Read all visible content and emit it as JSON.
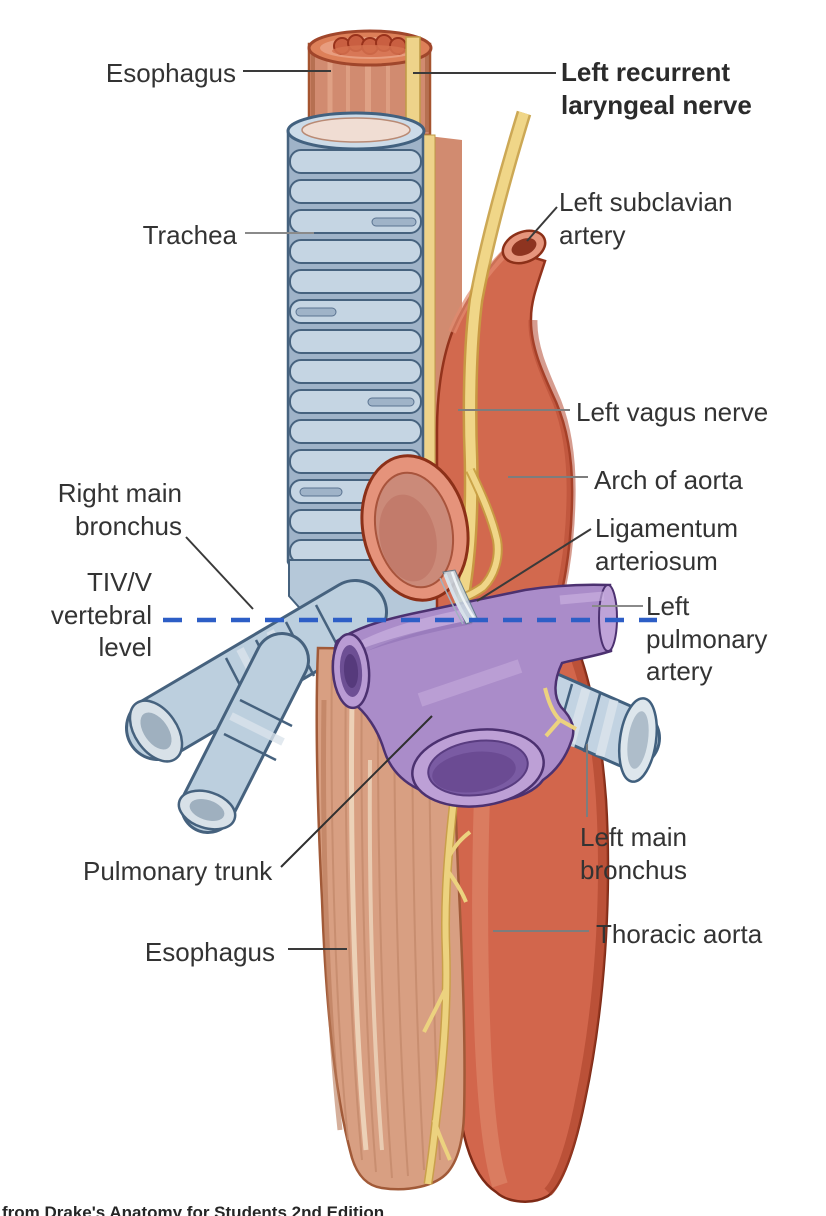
{
  "figure": {
    "caption_partial": "from Drake's Anatomy for Students 2nd Edition",
    "labels": {
      "esophagus_top": "Esophagus",
      "left_recurrent_laryngeal_nerve": "Left recurrent laryngeal nerve",
      "trachea": "Trachea",
      "left_subclavian_artery": "Left subclavian artery",
      "left_vagus_nerve": "Left vagus nerve",
      "arch_of_aorta": "Arch of aorta",
      "right_main_bronchus": "Right main bronchus",
      "tiv_v_vertebral_level": "TIV/V vertebral level",
      "ligamentum_arteriosum": "Ligamentum arteriosum",
      "left_pulmonary_artery": "Left pulmonary artery",
      "pulmonary_trunk": "Pulmonary trunk",
      "left_main_bronchus": "Left main bronchus",
      "esophagus_bottom": "Esophagus",
      "thoracic_aorta": "Thoracic aorta"
    },
    "colors": {
      "esophagus": "#d28a6f",
      "trachea_cartilage": "#c5d5e3",
      "nerves_yellow": "#eed38a",
      "aorta_red": "#d2684d",
      "pulmonary_purple": "#aa8cc9",
      "vertebral_level_dashes": "#2d5ec6",
      "label_text": "#333333"
    }
  }
}
